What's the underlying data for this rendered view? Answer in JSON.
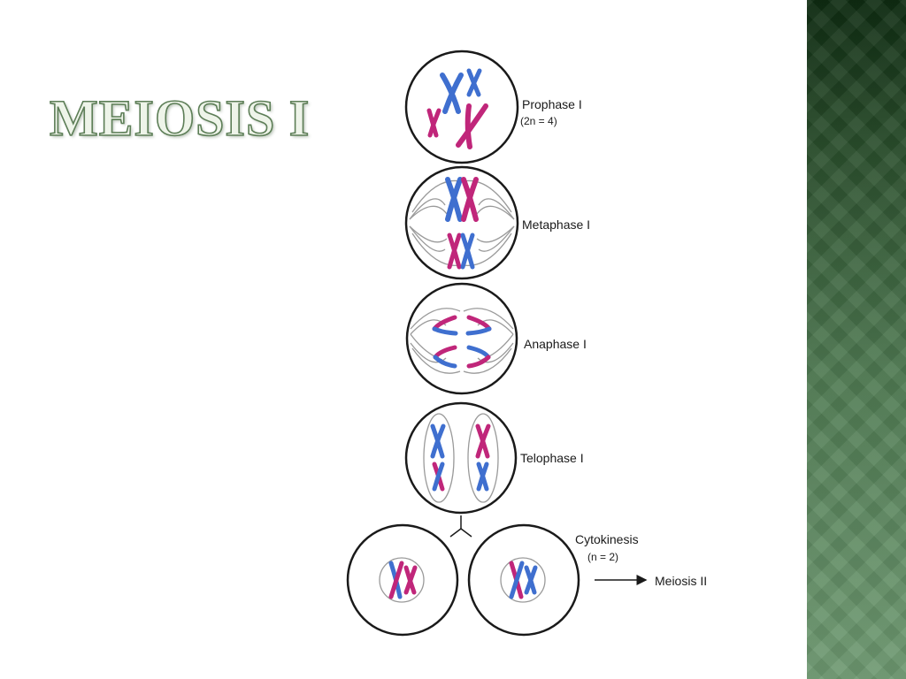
{
  "slide": {
    "title": "MEIOSIS I"
  },
  "colors": {
    "blue": "#3f6fcf",
    "magenta": "#c0267a",
    "spindle": "#9a9a9a",
    "outline": "#1a1a1a",
    "panel_dark": "#0f2c12",
    "panel_light": "#6f9a72"
  },
  "stages": [
    {
      "label": "Prophase I",
      "sub": "(2n = 4)"
    },
    {
      "label": "Metaphase I"
    },
    {
      "label": "Anaphase I"
    },
    {
      "label": "Telophase I"
    },
    {
      "label": "Cytokinesis",
      "sub": "(n = 2)"
    }
  ],
  "next_step": {
    "label": "Meiosis II"
  }
}
